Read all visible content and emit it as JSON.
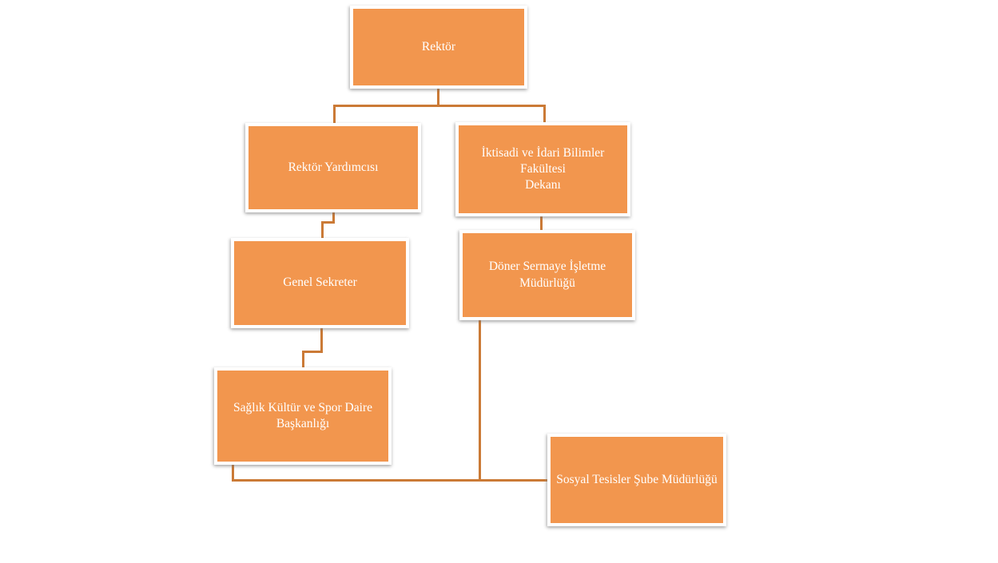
{
  "diagram": {
    "type": "org-chart",
    "title": "",
    "nodes": [
      {
        "id": "rektor",
        "label": "Rektör"
      },
      {
        "id": "rektor-yardimcisi",
        "label": "Rektör Yardımcısı"
      },
      {
        "id": "iibf-dekani",
        "label": "İktisadi ve İdari Bilimler Fakültesi\nDekanı"
      },
      {
        "id": "genel-sekreter",
        "label": "Genel Sekreter"
      },
      {
        "id": "doner-sermaye",
        "label": "Döner Sermaye İşletme\nMüdürlüğü"
      },
      {
        "id": "saglik-kultur",
        "label": "Sağlık Kültür ve Spor Daire\nBaşkanlığı"
      },
      {
        "id": "sosyal-tesisler",
        "label": "Sosyal Tesisler Şube Müdürlüğü"
      }
    ],
    "edges": [
      {
        "from": "rektor",
        "to": "rektor-yardimcisi"
      },
      {
        "from": "rektor",
        "to": "iibf-dekani"
      },
      {
        "from": "rektor-yardimcisi",
        "to": "genel-sekreter"
      },
      {
        "from": "iibf-dekani",
        "to": "doner-sermaye"
      },
      {
        "from": "genel-sekreter",
        "to": "saglik-kultur"
      },
      {
        "from": "saglik-kultur",
        "to": "sosyal-tesisler"
      },
      {
        "from": "doner-sermaye",
        "to": "sosyal-tesisler"
      }
    ],
    "colors": {
      "node_fill": "#F2964E",
      "node_border": "#FFFFFF",
      "connector": "#CB7A36",
      "text": "#FFFFFF",
      "background": "#FFFFFF"
    }
  }
}
